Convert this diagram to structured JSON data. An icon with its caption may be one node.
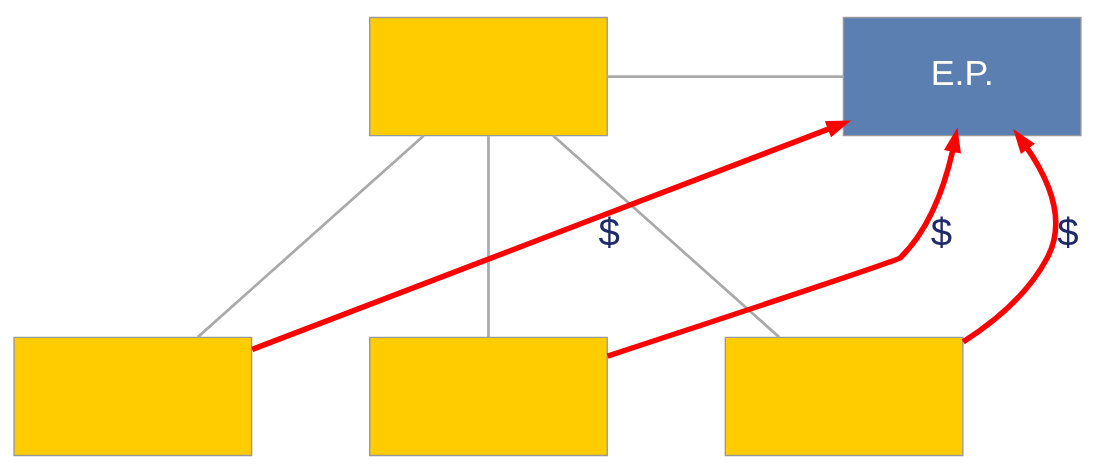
{
  "diagram": {
    "nodes": [
      {
        "text": [],
        "shape": "box"
      },
      {
        "text": [
          "E.P."
        ]
      },
      {
        "text": [],
        "shape": "box"
      },
      {
        "text": [],
        "shape": "box"
      },
      {
        "text": [],
        "shape": "box"
      }
    ],
    "edges": [
      {
        "from": 0,
        "to": 1,
        "arrow": "none"
      },
      {
        "from": 0,
        "to": 2,
        "arrow": "none"
      },
      {
        "from": 0,
        "to": 3,
        "arrow": "none"
      },
      {
        "from": 0,
        "to": 4,
        "arrow": "none"
      },
      {
        "from": 2,
        "to": 1,
        "arrow": "to",
        "label": "$",
        "style": "thick",
        "color": "#ff0000"
      },
      {
        "from": 3,
        "to": 1,
        "arrow": "to",
        "label": "$",
        "style": "thick",
        "color": "#ff0000"
      },
      {
        "from": 4,
        "to": 1,
        "arrow": "to",
        "label": "$",
        "style": "thick",
        "color": "#ff0000"
      }
    ]
  }
}
